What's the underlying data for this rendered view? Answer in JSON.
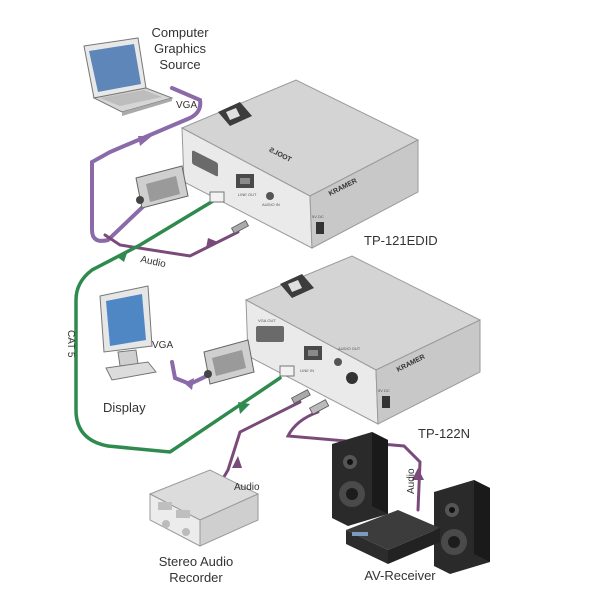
{
  "labels": {
    "computer": [
      "Computer",
      "Graphics",
      "Source"
    ],
    "vga_top": "VGA",
    "audio_top": "Audio",
    "cat5": "CAT 5",
    "device_tx": "TP-121EDID",
    "device_rx": "TP-122N",
    "vga_display": "VGA",
    "display": "Display",
    "audio_recorder": "Audio",
    "audio_receiver": "Audio",
    "recorder": [
      "Stereo Audio",
      "Recorder"
    ],
    "receiver": "AV-Receiver"
  },
  "device_panels": {
    "tx_ports": [
      "LINE OUT",
      "AUDIO IN",
      "5V DC"
    ],
    "rx_ports": [
      "VGA OUT",
      "LINE IN",
      "AUDIO OUT",
      "5V DC"
    ],
    "brand": "KRAMER",
    "series": "TOOLS"
  },
  "colors": {
    "vga_cable": "#8a6aa8",
    "cat5_cable": "#2f8a4e",
    "audio_cable": "#7a4a7a",
    "device_body": "#e6e6e6",
    "device_top": "#d4d4d4",
    "speaker": "#2a2a2a"
  }
}
